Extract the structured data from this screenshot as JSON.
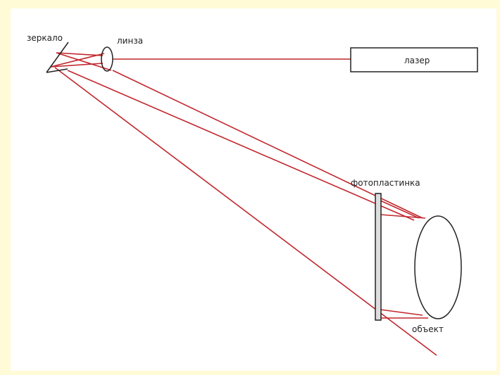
{
  "labels": {
    "mirror": "зеркало",
    "lens": "линза",
    "laser": "лазер",
    "plate": "фотопластинка",
    "object": "объект"
  },
  "colors": {
    "background": "#fffbd6",
    "panel": "#ffffff",
    "beam": "#c1272d",
    "outline": "#222222"
  }
}
